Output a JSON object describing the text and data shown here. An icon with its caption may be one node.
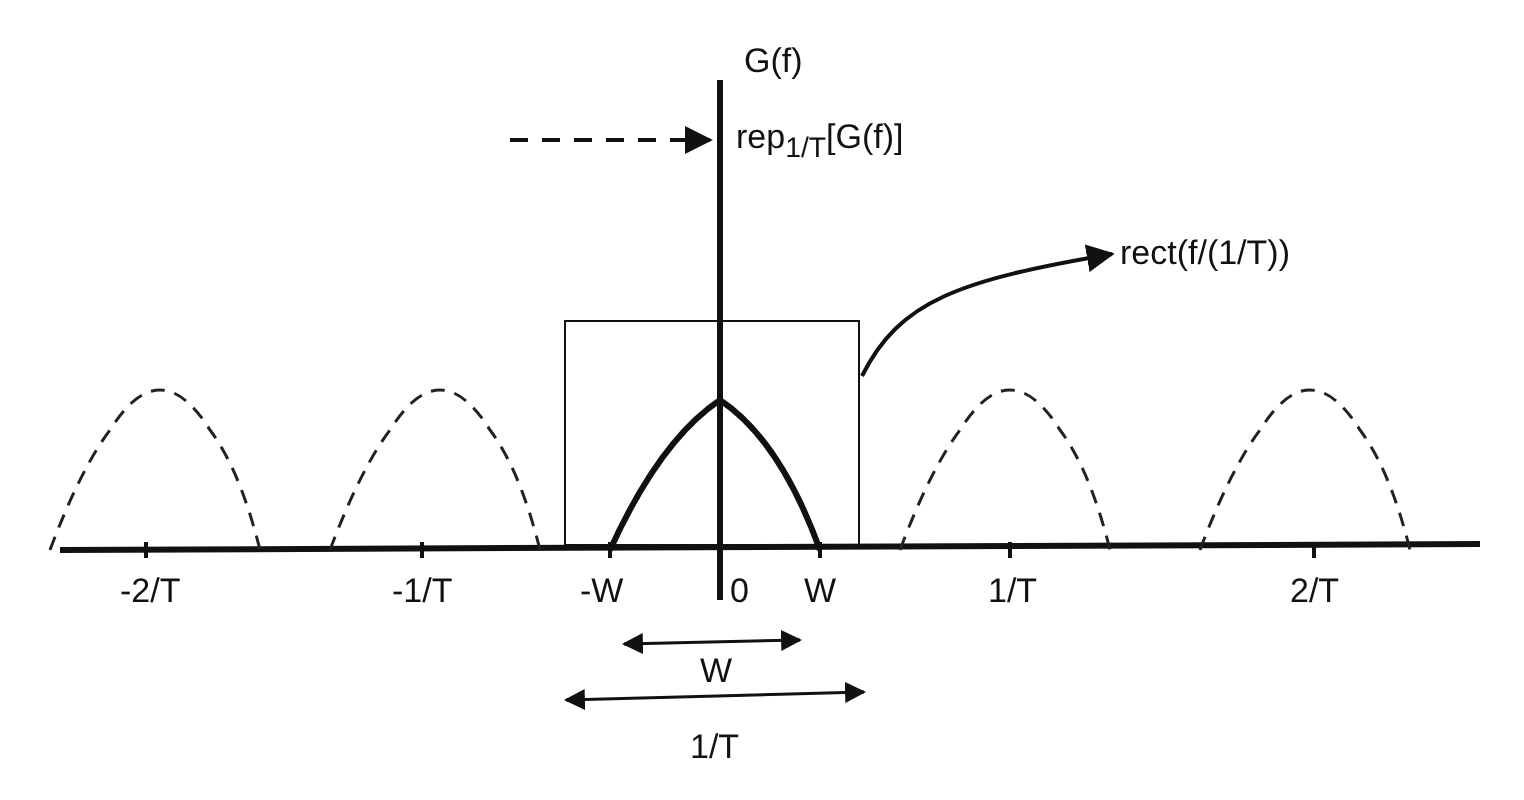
{
  "diagram": {
    "nodes": [
      {
        "text": [
          "rect(f/(1/T))"
        ]
      },
      {
        "text": [],
        "shape": "box"
      }
    ],
    "edges": [
      {
        "from": 1,
        "to": 0,
        "arrow": "to"
      }
    ],
    "labels": [
      "G(f)",
      "-2/T",
      "-1/T",
      "-W",
      "0",
      "W",
      "1/T",
      "2/T",
      "W",
      "1/T"
    ],
    "legend": [
      {
        "text": "rep$_{1/T}$[G(f)]"
      }
    ]
  }
}
